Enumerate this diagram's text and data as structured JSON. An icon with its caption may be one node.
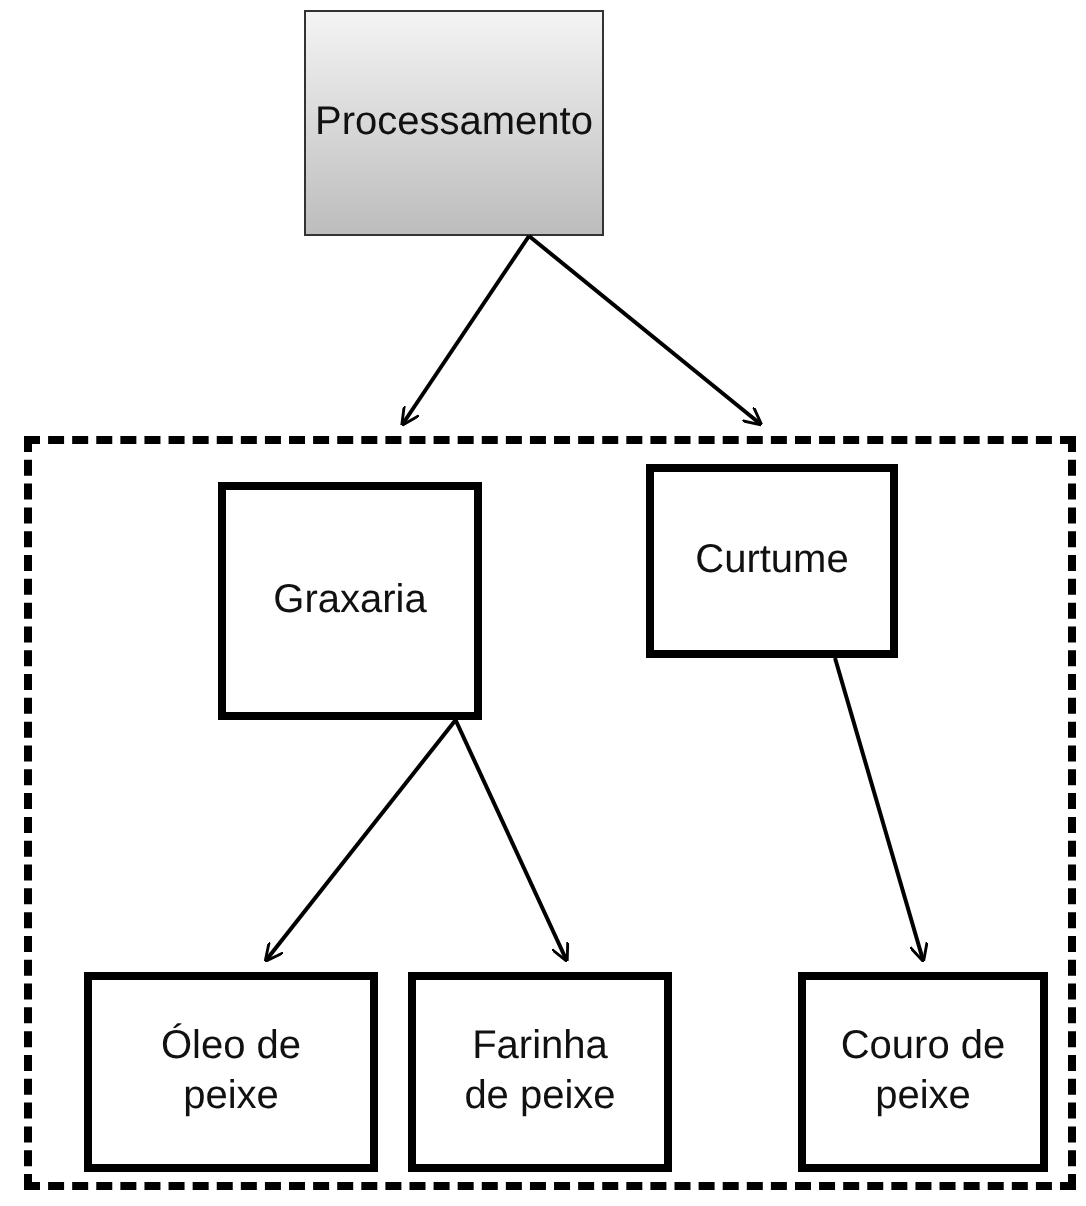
{
  "diagram": {
    "nodes": [
      {
        "text": [
          "Processamento"
        ]
      },
      {
        "text": [],
        "shape": "box"
      },
      {
        "text": [
          "Graxaria"
        ],
        "in": 1
      },
      {
        "text": [
          "Curtume"
        ],
        "in": 1
      },
      {
        "text": [
          "Óleo de peixe"
        ],
        "in": 1
      },
      {
        "text": [
          "Farinha de peixe"
        ],
        "in": 1
      },
      {
        "text": [
          "Couro de peixe"
        ],
        "in": 1
      }
    ],
    "edges": [
      {
        "from": 0,
        "to": 1,
        "arrow": "to"
      },
      {
        "from": 0,
        "to": 1,
        "arrow": "to"
      },
      {
        "from": 2,
        "to": 4,
        "arrow": "to"
      },
      {
        "from": 2,
        "to": 5,
        "arrow": "to"
      },
      {
        "from": 3,
        "to": 6,
        "arrow": "to"
      }
    ]
  }
}
